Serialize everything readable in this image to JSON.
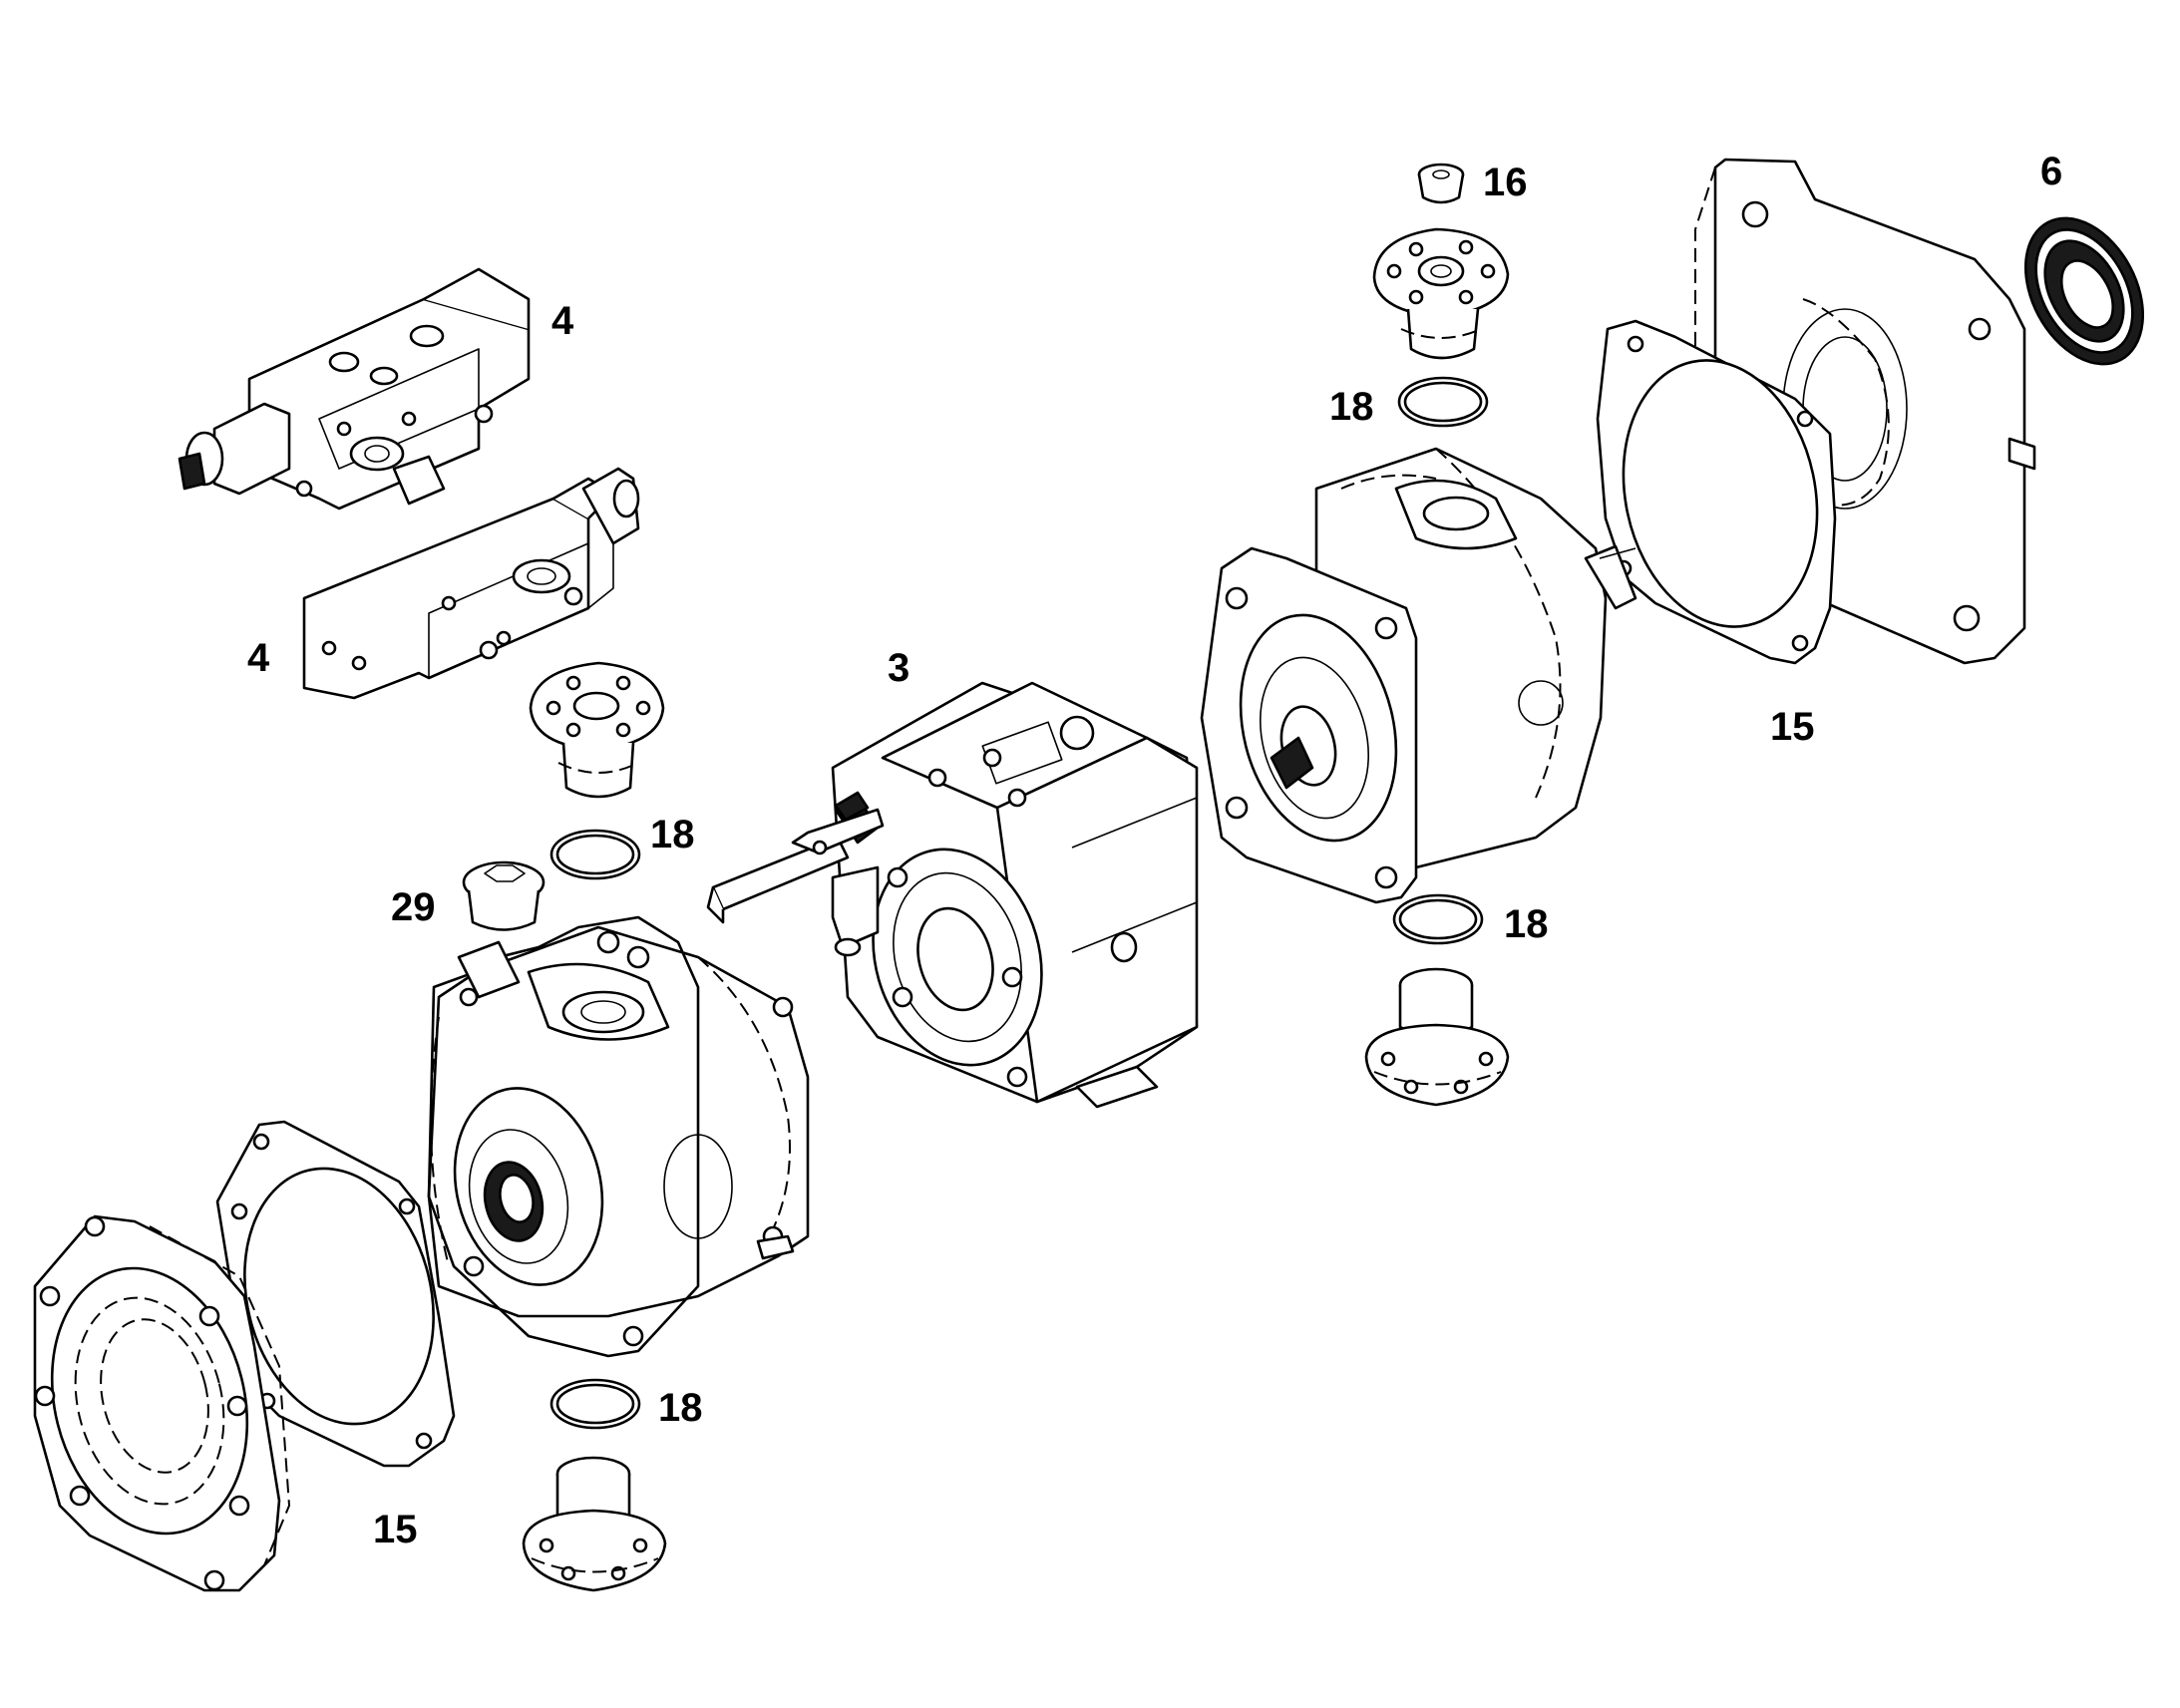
{
  "callouts": [
    {
      "id": "c16",
      "label": "16"
    },
    {
      "id": "c6",
      "label": "6"
    },
    {
      "id": "c4a",
      "label": "4"
    },
    {
      "id": "c18a",
      "label": "18"
    },
    {
      "id": "c4b",
      "label": "4"
    },
    {
      "id": "c3",
      "label": "3"
    },
    {
      "id": "c15a",
      "label": "15"
    },
    {
      "id": "c18b",
      "label": "18"
    },
    {
      "id": "c29",
      "label": "29"
    },
    {
      "id": "c18c",
      "label": "18"
    },
    {
      "id": "c18d",
      "label": "18"
    },
    {
      "id": "c15b",
      "label": "15"
    }
  ],
  "colors": {
    "line": "#000000",
    "background": "#ffffff"
  }
}
